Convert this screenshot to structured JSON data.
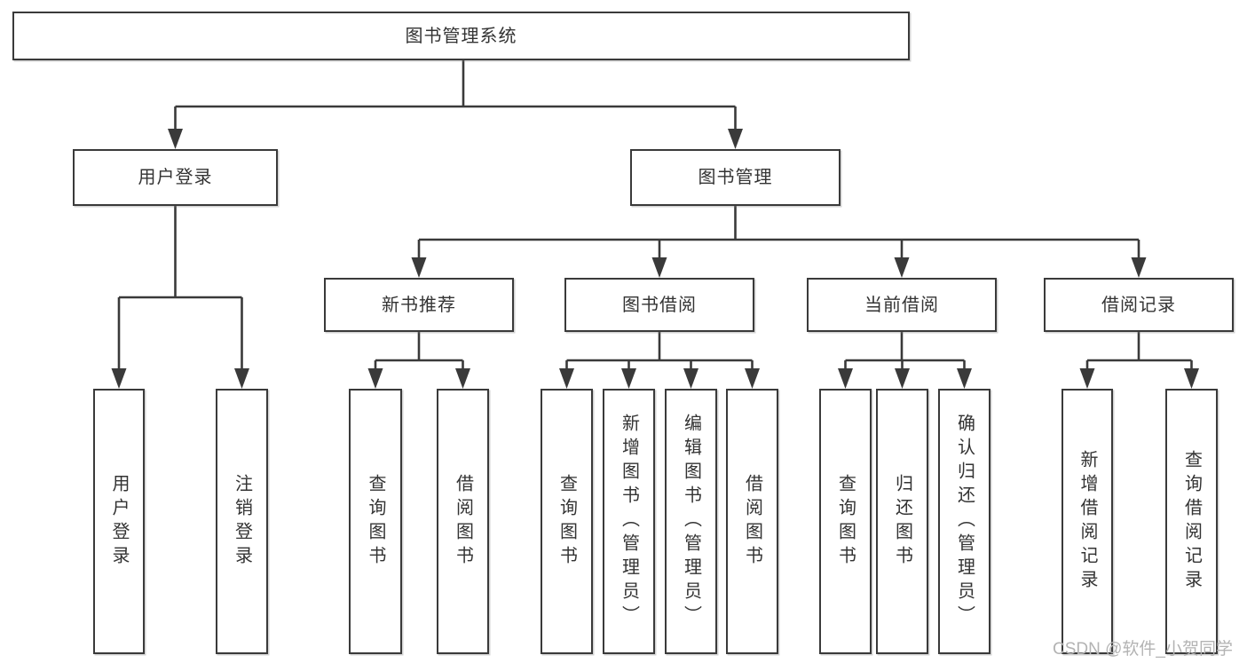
{
  "colors": {
    "line": "#3a3a3a",
    "box_border": "#3a3a3a",
    "text": "#333333",
    "watermark": "#b3b3b3",
    "background": "#ffffff"
  },
  "tree": {
    "label": "图书管理系统",
    "children": [
      {
        "label": "用户登录",
        "children": [
          {
            "label": "用户登录"
          },
          {
            "label": "注销登录"
          }
        ]
      },
      {
        "label": "图书管理",
        "children": [
          {
            "label": "新书推荐",
            "children": [
              {
                "label": "查询图书"
              },
              {
                "label": "借阅图书"
              }
            ]
          },
          {
            "label": "图书借阅",
            "children": [
              {
                "label": "查询图书"
              },
              {
                "label": "新增图书（管理员）"
              },
              {
                "label": "编辑图书（管理员）"
              },
              {
                "label": "借阅图书"
              }
            ]
          },
          {
            "label": "当前借阅",
            "children": [
              {
                "label": "查询图书"
              },
              {
                "label": "归还图书"
              },
              {
                "label": "确认归还（管理员）"
              }
            ]
          },
          {
            "label": "借阅记录",
            "children": [
              {
                "label": "新增借阅记录"
              },
              {
                "label": "查询借阅记录"
              }
            ]
          }
        ]
      }
    ]
  },
  "watermark": {
    "text": "CSDN @软件_小贺同学"
  }
}
